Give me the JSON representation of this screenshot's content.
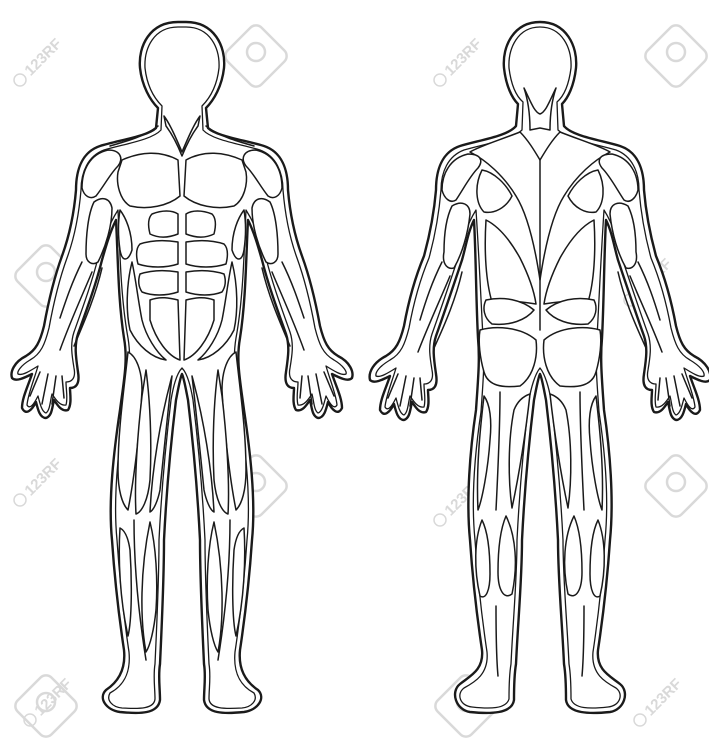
{
  "watermark": {
    "text": "123RF",
    "color": "#d9d9d9"
  },
  "figures": [
    {
      "view": "front",
      "icon": "front-muscle-figure-icon"
    },
    {
      "view": "back",
      "icon": "back-muscle-figure-icon"
    }
  ],
  "colors": {
    "outline": "#1a1a1a",
    "background": "#ffffff"
  }
}
